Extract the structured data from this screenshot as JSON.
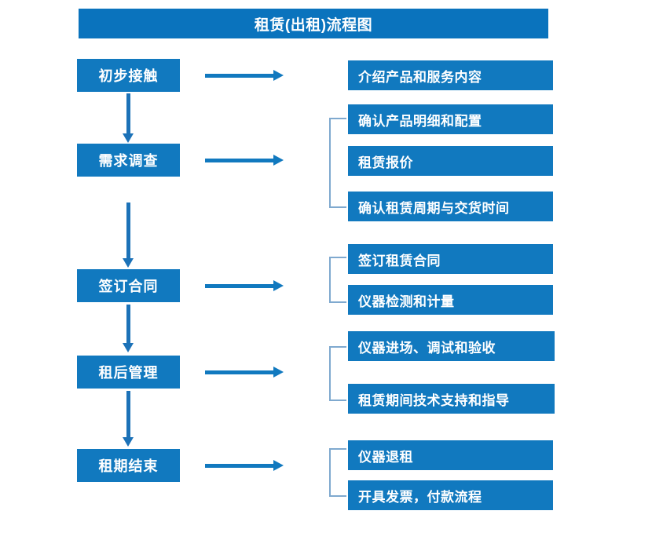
{
  "chart_title": "租赁(出租)流程图",
  "stages": [
    {
      "label": "初步接触",
      "details": [
        "介绍产品和服务内容"
      ]
    },
    {
      "label": "需求调查",
      "details": [
        "确认产品明细和配置",
        "租赁报价",
        "确认租赁周期与交货时间"
      ]
    },
    {
      "label": "签订合同",
      "details": [
        "签订租赁合同",
        "仪器检测和计量"
      ]
    },
    {
      "label": "租后管理",
      "details": [
        "仪器进场、调试和验收",
        "租赁期间技术支持和指导"
      ]
    },
    {
      "label": "租期结束",
      "details": [
        "仪器退租",
        "开具发票，付款流程"
      ]
    }
  ],
  "colors": {
    "box_blue": "#1179bf",
    "title_blue": "#0a73bd",
    "arrow_blue": "#1c72b8",
    "bracket_blue": "#7fa9cf",
    "text_white": "#ffffff",
    "background": "#ffffff"
  }
}
